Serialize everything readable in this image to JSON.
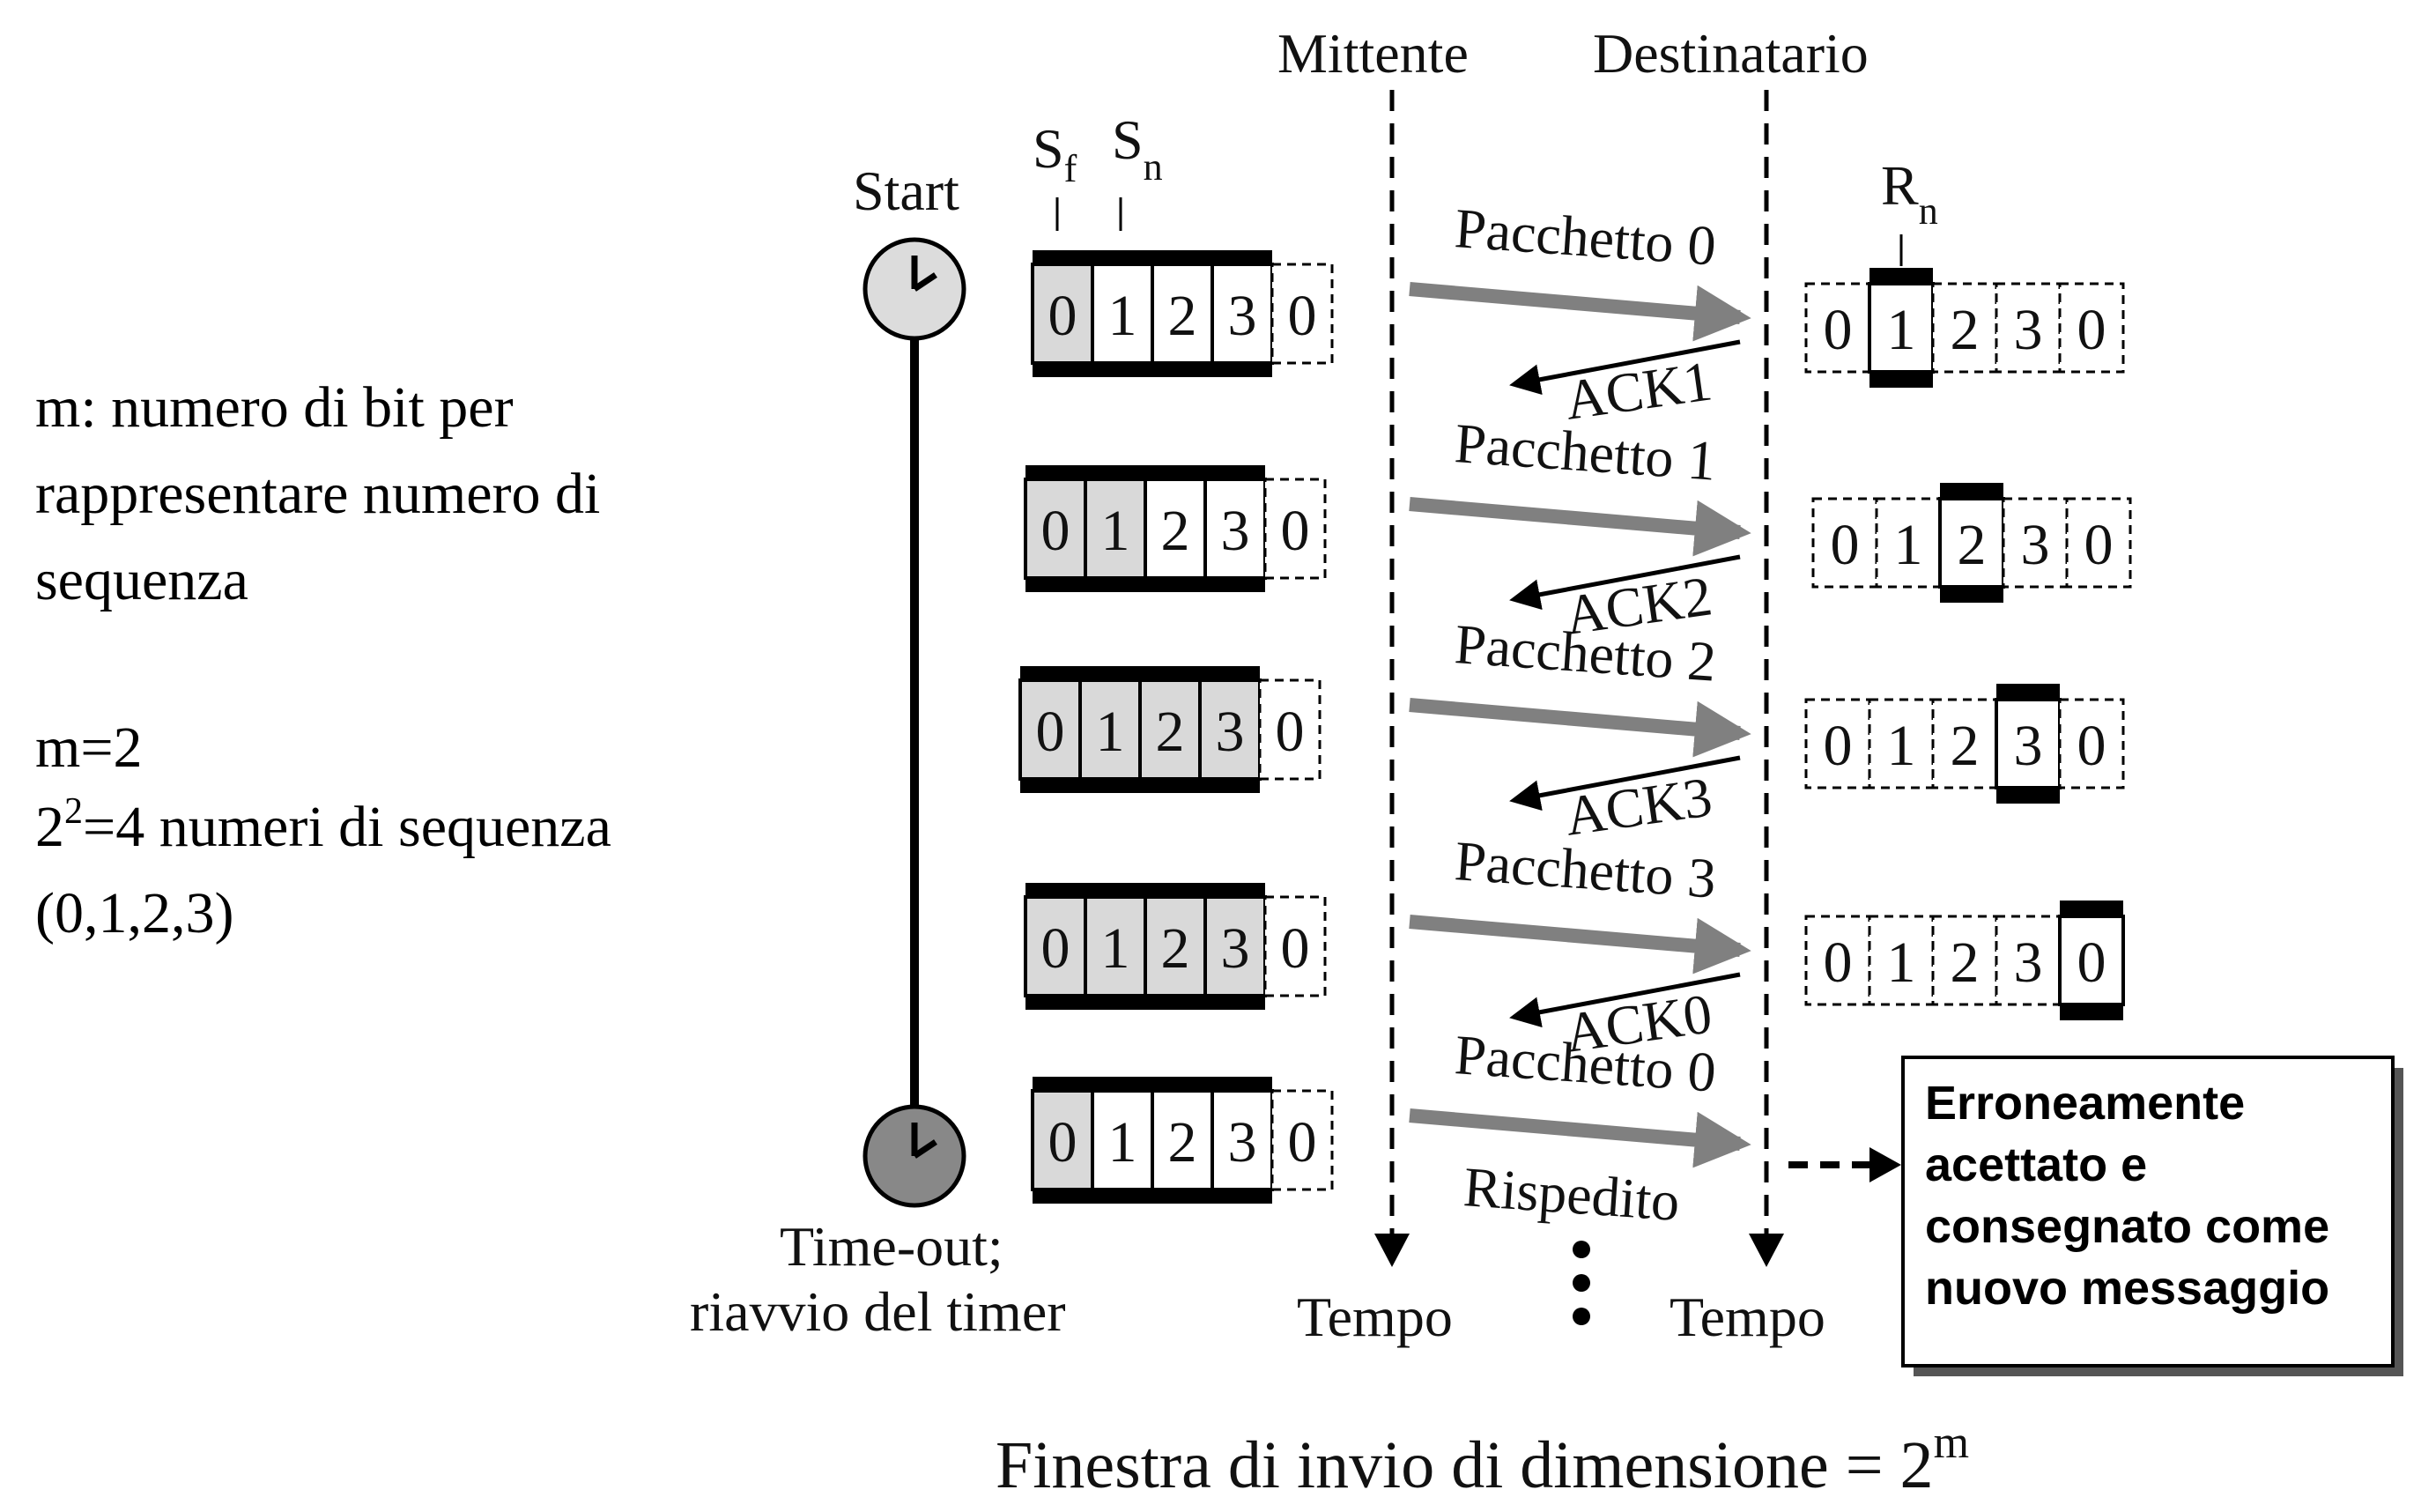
{
  "left_notes": {
    "line1": "m: numero di bit per",
    "line2": "rappresentare numero di",
    "line3": "sequenza",
    "m_eq": "m=2",
    "pow_base": "2",
    "pow_exp": "2",
    "pow_rest": "=4 numeri di sequenza",
    "seq_list": "(0,1,2,3)"
  },
  "headers": {
    "sender": "Mittente",
    "receiver": "Destinatario",
    "start": "Start",
    "sf_base": "S",
    "sf_sub": "f",
    "sn_base": "S",
    "sn_sub": "n",
    "rn_base": "R",
    "rn_sub": "n"
  },
  "timeout": {
    "line1": "Time-out;",
    "line2": "riavvio del timer"
  },
  "time_labels": {
    "sender": "Tempo",
    "receiver": "Tempo"
  },
  "seq_numbers": [
    "0",
    "1",
    "2",
    "3",
    "0"
  ],
  "rows": [
    {
      "packet": "Pacchetto 0",
      "ack": "ACK1",
      "receiver_current": "1",
      "sender_shaded": 1
    },
    {
      "packet": "Pacchetto 1",
      "ack": "ACK2",
      "receiver_current": "2",
      "sender_shaded": 2
    },
    {
      "packet": "Pacchetto 2",
      "ack": "ACK3",
      "receiver_current": "3",
      "sender_shaded": 4
    },
    {
      "packet": "Pacchetto 3",
      "ack": "ACK0",
      "receiver_current": "0",
      "sender_shaded": 4
    },
    {
      "packet": "Pacchetto 0",
      "packet2": "Rispedito",
      "sender_shaded": 1
    }
  ],
  "callout": {
    "line1": "Erroneamente",
    "line2": "acettato e",
    "line3": "consegnato come",
    "line4": "nuovo messaggio"
  },
  "caption": {
    "text": "Finestra di invio di dimensione = 2",
    "sup": "m"
  },
  "colors": {
    "shade": "#d9d9d9",
    "arrow_gray": "#808080",
    "timer_start": "#dcdcdc",
    "timer_end": "#888888"
  }
}
